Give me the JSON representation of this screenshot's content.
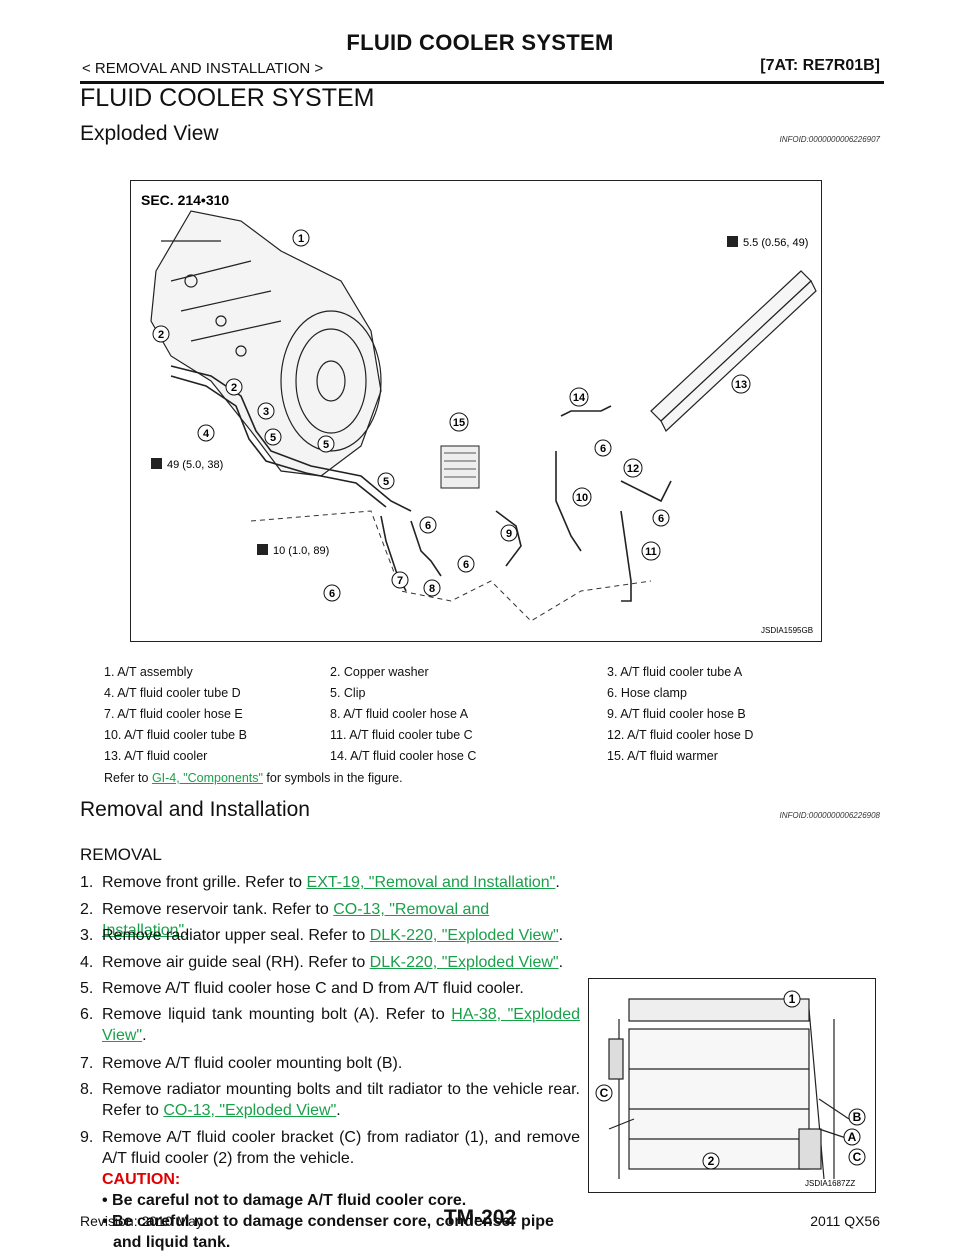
{
  "header": {
    "title": "FLUID COOLER SYSTEM",
    "left": "< REMOVAL AND INSTALLATION >",
    "right": "[7AT: RE7R01B]"
  },
  "section_title": "FLUID COOLER SYSTEM",
  "exploded": {
    "title": "Exploded View",
    "infoid": "INFOID:0000000006226907",
    "figure": {
      "sec": "SEC. 214•310",
      "torque1": "5.5 (0.56, 49)",
      "torque2": "49 (5.0, 38)",
      "torque3": "10 (1.0, 89)",
      "code": "JSDIA1595GB"
    },
    "legend": [
      [
        "1. A/T assembly",
        "2. Copper washer",
        "3. A/T fluid cooler tube A"
      ],
      [
        "4. A/T fluid cooler tube D",
        "5. Clip",
        "6. Hose clamp"
      ],
      [
        "7. A/T fluid cooler hose E",
        "8. A/T fluid cooler hose A",
        "9. A/T fluid cooler hose B"
      ],
      [
        "10. A/T fluid cooler tube B",
        "11. A/T fluid cooler tube C",
        "12. A/T fluid cooler hose D"
      ],
      [
        "13. A/T fluid cooler",
        "14. A/T fluid cooler hose C",
        "15. A/T fluid warmer"
      ]
    ],
    "refer_prefix": "Refer to ",
    "refer_link": "GI-4, \"Components\"",
    "refer_suffix": " for symbols in the figure."
  },
  "removal": {
    "title": "Removal and Installation",
    "infoid": "INFOID:0000000006226908",
    "heading": "REMOVAL",
    "steps": [
      {
        "n": "1.",
        "pre": "Remove front grille. Refer to ",
        "link": "EXT-19, \"Removal and Installation\"",
        "post": "."
      },
      {
        "n": "2.",
        "pre": "Remove reservoir tank. Refer to ",
        "link": "CO-13, \"Removal and Installation\"",
        "post": "."
      },
      {
        "n": "3.",
        "pre": "Remove radiator upper seal. Refer to ",
        "link": "DLK-220, \"Exploded View\"",
        "post": "."
      },
      {
        "n": "4.",
        "pre": "Remove air guide seal (RH). Refer to ",
        "link": "DLK-220, \"Exploded View\"",
        "post": "."
      },
      {
        "n": "5.",
        "pre": "Remove A/T fluid cooler hose C and D from A/T fluid cooler.",
        "link": "",
        "post": ""
      },
      {
        "n": "6.",
        "pre": "Remove liquid tank mounting bolt (A). Refer to ",
        "link": "HA-38, \"Exploded View\"",
        "post": "."
      },
      {
        "n": "7.",
        "pre": "Remove A/T fluid cooler mounting bolt (B).",
        "link": "",
        "post": ""
      },
      {
        "n": "8.",
        "pre": "Remove radiator mounting bolts and tilt radiator to the vehicle rear. Refer to ",
        "link": "CO-13, \"Exploded View\"",
        "post": "."
      },
      {
        "n": "9.",
        "pre": "Remove A/T fluid cooler bracket (C) from radiator (1), and remove A/T fluid cooler (2) from the vehicle.",
        "link": "",
        "post": ""
      }
    ],
    "caution_label": "CAUTION:",
    "cautions": [
      "• Be careful not to damage A/T fluid cooler core.",
      "• Be careful not to damage condenser core, condenser pipe",
      "and liquid tank."
    ],
    "figure2_code": "JSDIA1687ZZ"
  },
  "footer": {
    "left": "Revision: 2010 May",
    "center": "TM-202",
    "right": "2011 QX56"
  }
}
